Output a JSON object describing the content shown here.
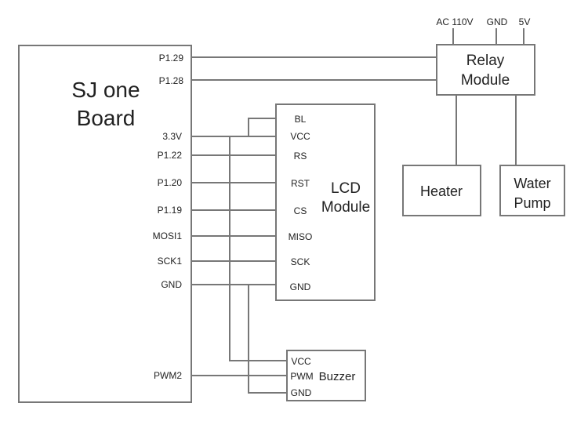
{
  "sj_board": {
    "title_line1": "SJ one",
    "title_line2": "Board",
    "pins": {
      "p1_29": "P1.29",
      "p1_28": "P1.28",
      "v33": "3.3V",
      "p1_22": "P1.22",
      "p1_20": "P1.20",
      "p1_19": "P1.19",
      "mosi1": "MOSI1",
      "sck1": "SCK1",
      "gnd": "GND",
      "pwm2": "PWM2"
    }
  },
  "relay": {
    "title_line1": "Relay",
    "title_line2": "Module",
    "supply": {
      "ac": "AC 110V",
      "gnd": "GND",
      "v5": "5V"
    }
  },
  "lcd": {
    "title_line1": "LCD",
    "title_line2": "Module",
    "pins": {
      "bl": "BL",
      "vcc": "VCC",
      "rs": "RS",
      "rst": "RST",
      "cs": "CS",
      "miso": "MISO",
      "sck": "SCK",
      "gnd": "GND"
    }
  },
  "heater": {
    "title": "Heater"
  },
  "pump": {
    "title_line1": "Water",
    "title_line2": "Pump"
  },
  "buzzer": {
    "title": "Buzzer",
    "pins": {
      "vcc": "VCC",
      "pwm": "PWM",
      "gnd": "GND"
    }
  }
}
